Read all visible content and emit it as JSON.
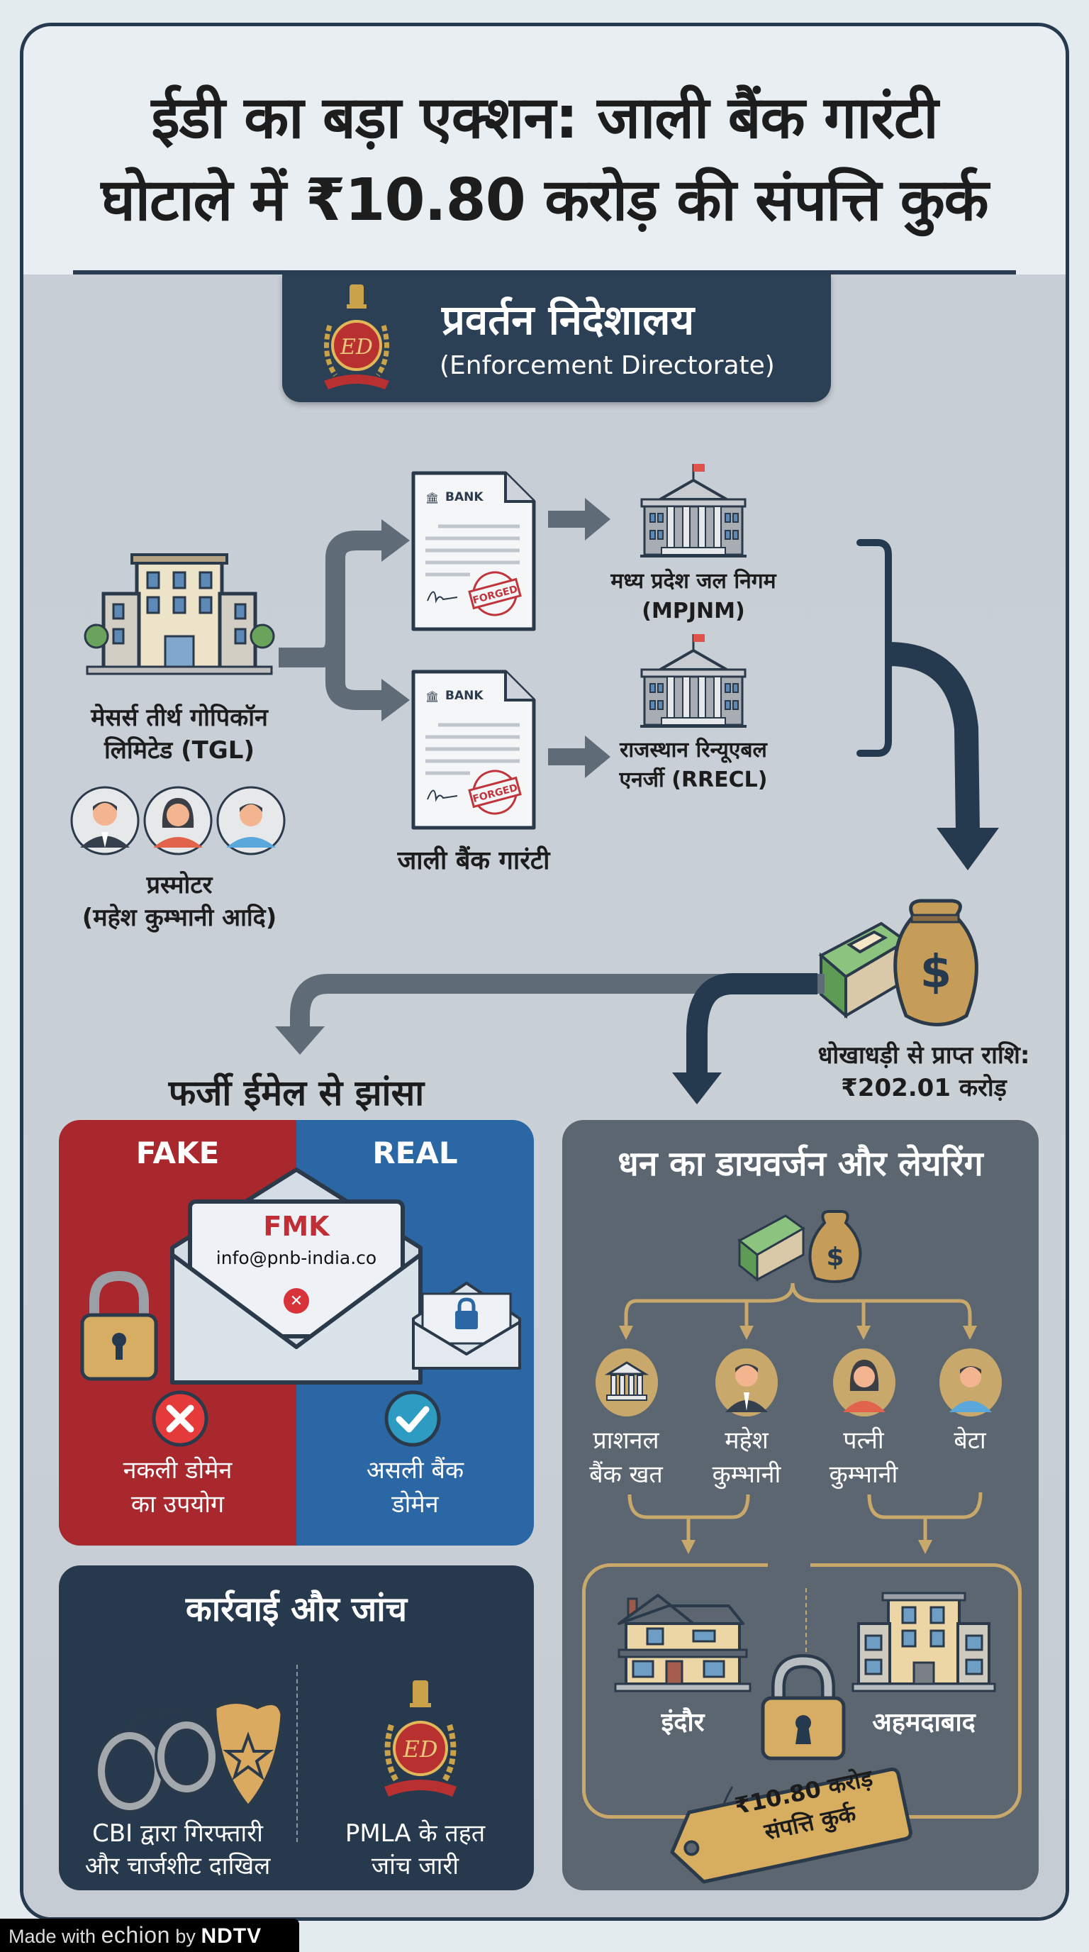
{
  "header": {
    "title_line1": "ईडी का बड़ा एक्शन: जाली बैंक गारंटी",
    "title_line2": "घोटाले में ₹10.80 करोड़ की संपत्ति कुर्क"
  },
  "agency": {
    "name_hi": "प्रवर्तन निदेशालय",
    "name_en": "(Enforcement Directorate)",
    "logo_icon": "ed-emblem-icon"
  },
  "flow": {
    "company": {
      "line1": "मेसर्स तीर्थ गोपिकॉन",
      "line2": "लिमिटेड (TGL)",
      "icon": "office-building-icon"
    },
    "promoters": {
      "line1": "प्रस्मोटर",
      "line2": "(महेश कुम्भानी आदि)",
      "icons": [
        "man-suit-avatar",
        "woman-avatar",
        "young-man-avatar"
      ]
    },
    "guarantee": {
      "doc_header": "BANK",
      "stamp": "FORGED",
      "label": "जाली बैंक गारंटी"
    },
    "recipients": [
      {
        "line1": "मध्य प्रदेश जल निगम",
        "line2": "(MPJNM)",
        "icon": "government-building-icon"
      },
      {
        "line1": "राजस्थान रिन्यूएबल",
        "line2": "एनर्जी (RRECL)",
        "icon": "government-building-icon"
      }
    ],
    "proceeds": {
      "line1": "धोखाधड़ी से प्राप्त राशि:",
      "line2": "₹202.01 करोड़",
      "icon": "money-bag-icon"
    }
  },
  "email_section": {
    "heading": "फर्जी ईमेल से झांसा",
    "fake_label": "FAKE",
    "real_label": "REAL",
    "sender_name": "FMK",
    "sender_email": "info@pnb-india.co",
    "fake_caption_line1": "नकली डोमेन",
    "fake_caption_line2": "का उपयोग",
    "real_caption_line1": "असली बैंक",
    "real_caption_line2": "डोमेन",
    "colors": {
      "fake": "#a8282e",
      "real": "#2b67a5"
    }
  },
  "action_section": {
    "heading": "कार्रवाई और जांच",
    "items": [
      {
        "line1": "CBI द्वारा गिरफ्तारी",
        "line2": "और चार्जशीट दाखिल",
        "icon": "handcuffs-badge-icon"
      },
      {
        "line1": "PMLA के तहत",
        "line2": "जांच जारी",
        "icon": "ed-emblem-icon"
      }
    ]
  },
  "diversion_section": {
    "heading": "धन का डायवर्जन और लेयरिंग",
    "beneficiaries": [
      {
        "line1": "प्राशनल",
        "line2": "बैंक खत",
        "icon": "bank-icon"
      },
      {
        "line1": "महेश",
        "line2": "कुम्भानी",
        "icon": "man-suit-avatar"
      },
      {
        "line1": "पत्नी",
        "line2": "कुम्भानी",
        "icon": "woman-avatar"
      },
      {
        "line1": "बेटा",
        "line2": "",
        "icon": "young-man-avatar"
      }
    ],
    "properties": [
      {
        "label": "इंदौर",
        "icon": "house-icon"
      },
      {
        "label": "अहमदाबाद",
        "icon": "apartment-building-icon"
      }
    ],
    "tag_line1": "₹10.80 करोड़",
    "tag_line2": "संपत्ति कुर्क"
  },
  "footer": {
    "made_with": "Made with",
    "brand": "echion",
    "by": "by",
    "publisher": "NDTV"
  }
}
